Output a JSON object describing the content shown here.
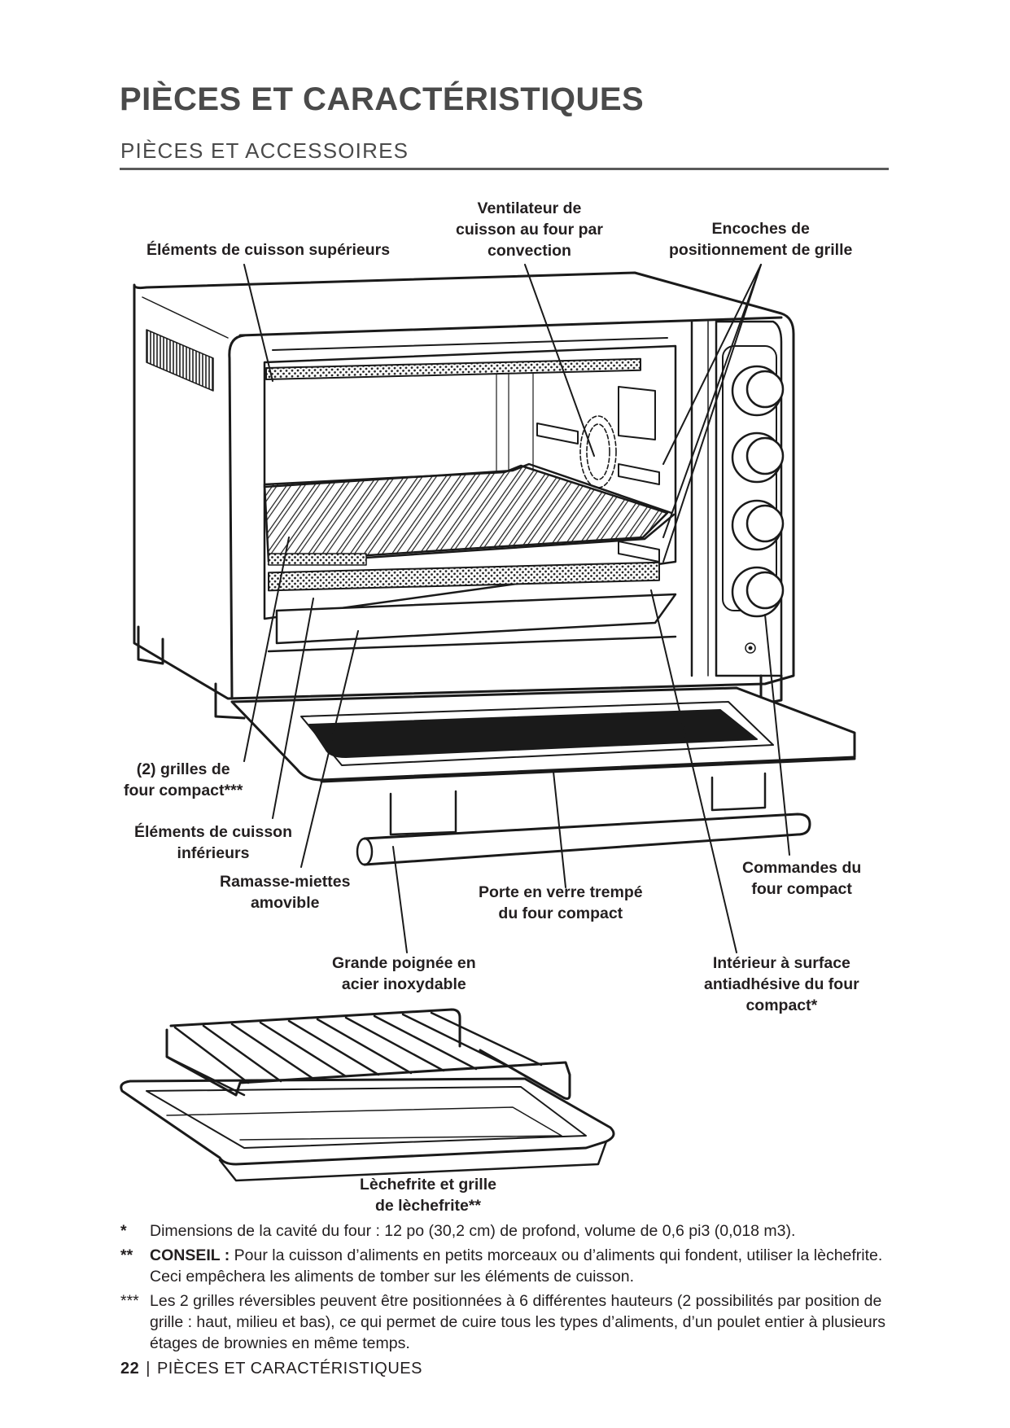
{
  "header": {
    "title": "PIÈCES ET CARACTÉRISTIQUES",
    "subtitle": "PIÈCES ET ACCESSOIRES"
  },
  "labels": {
    "upper_elements": [
      "Éléments de cuisson supérieurs"
    ],
    "convection_fan": [
      "Ventilateur de",
      "cuisson au four par",
      "convection"
    ],
    "rack_slots": [
      "Encoches de",
      "positionnement de grille"
    ],
    "racks": [
      "(2) grilles de",
      "four compact***"
    ],
    "lower_elements": [
      "Éléments de cuisson",
      "inférieurs"
    ],
    "crumb_tray": [
      "Ramasse-miettes",
      "amovible"
    ],
    "glass_door": [
      "Porte en verre trempé",
      "du four compact"
    ],
    "controls": [
      "Commandes du",
      "four compact"
    ],
    "handle": [
      "Grande poignée en",
      "acier inoxydable"
    ],
    "interior": [
      "Intérieur à surface",
      "antiadhésive du four",
      "compact*"
    ],
    "broil_pan": [
      "Lèchefrite et grille",
      "de lèchefrite**"
    ]
  },
  "notes": [
    {
      "mark": "*",
      "bold": "",
      "text": "Dimensions de la cavité du four : 12 po (30,2 cm) de profond, volume de 0,6 pi3 (0,018 m3)."
    },
    {
      "mark": "**",
      "bold": "CONSEIL :",
      "text": " Pour la cuisson d’aliments en petits morceaux ou d’aliments qui fondent, utiliser la lèchefrite. Ceci empêchera les aliments de tomber sur les éléments de cuisson."
    },
    {
      "mark": "***",
      "bold": "",
      "text": "Les 2 grilles réversibles peuvent être positionnées à 6 différentes hauteurs (2 possibilités par position de grille : haut, milieu et bas), ce qui permet de cuire tous les types d’aliments, d’un poulet entier à plusieurs étages de brownies en même temps."
    }
  ],
  "footer": {
    "page_number": "22",
    "separator": "|",
    "section": "PIÈCES ET CARACTÉRISTIQUES"
  },
  "colors": {
    "heading": "#4a4a4a",
    "text": "#231f20",
    "rule": "#5a5a5a"
  }
}
